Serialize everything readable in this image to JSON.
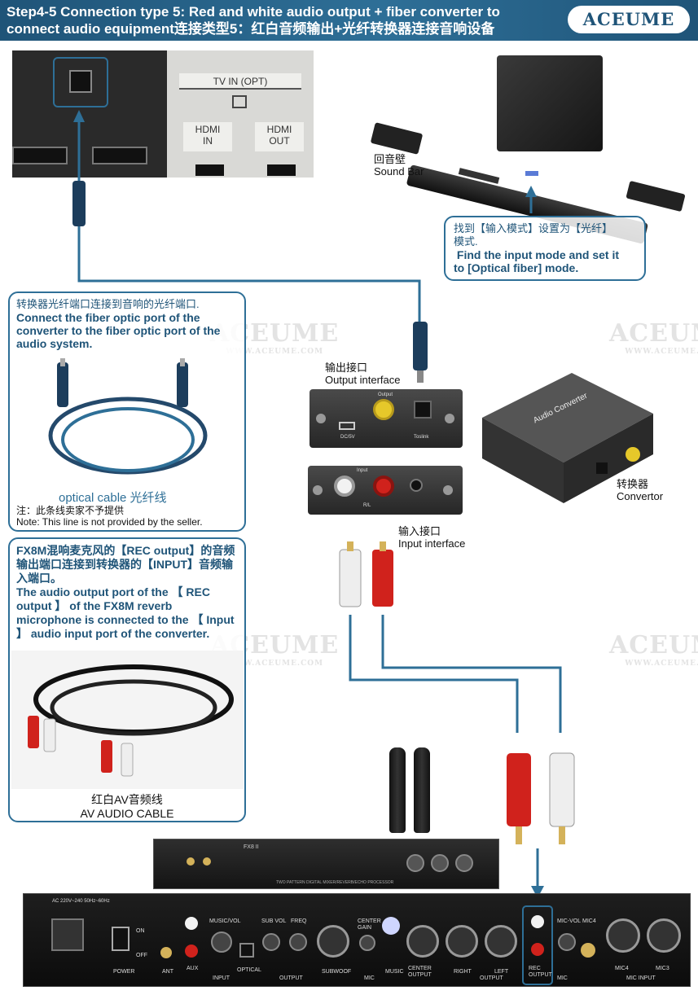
{
  "header": {
    "title_line1": "Step4-5  Connection type 5: Red and white audio output + fiber converter to",
    "title_line2": "connect audio equipment连接类型5：红白音频输出+光纤转换器连接音响设备",
    "logo": "ACEUME"
  },
  "watermark": {
    "brand": "ACEUME",
    "url": "WWW.ACEUME.COM"
  },
  "tv_panel": {
    "tv_in_label": "TV IN (OPT)",
    "hdmi_in": "HDMI\nIN",
    "hdmi_out": "HDMI\nOUT"
  },
  "soundbar": {
    "label_cn": "回音壁",
    "label_en": "Sound Bar"
  },
  "input_mode_note": {
    "cn_line1": "找到【输入模式】设置为【光纤】",
    "cn_line2": "模式.",
    "en_line1": " Find the input mode and set it",
    "en_line2": "to [Optical fiber] mode."
  },
  "fiber_note": {
    "cn": "转换器光纤端口连接到音响的光纤端口.",
    "en": "Connect the fiber optic port of the converter to the fiber optic port of the audio system.",
    "cable_label": "optical cable 光纤线",
    "note_cn": "注：此条线卖家不予提供",
    "note_en": "Note: This line is not provided by the seller."
  },
  "output_interface": {
    "cn": "输出接口",
    "en": "Output interface",
    "port_output": "Output",
    "port_dc": "DC/5V",
    "port_toslink": "Toslink"
  },
  "input_interface": {
    "cn": "输入接口",
    "en": "Input interface",
    "port_input": "Input",
    "port_rl": "R/L"
  },
  "converter": {
    "label_cn": "转换器",
    "label_en": "Convertor",
    "device_text": "Audio Converter"
  },
  "rec_note": {
    "cn": "FX8M混响麦克风的【REC output】的音频输出端口连接到转换器的【INPUT】音频输入端口。",
    "en": "The audio output port of the 【 REC output 】 of the FX8M reverb microphone is connected to the 【 Input 】 audio input port of the converter.",
    "cable_cn": "红白AV音频线",
    "cable_en": "AV AUDIO CABLE"
  },
  "mixer": {
    "front_label": "FX8 II",
    "front_sub": "TWO PATTERN DIGITAL MIXER/REVERB/ECHO PROCESSOR",
    "power_spec": "AC 220V~240 50Hz~60Hz",
    "power": "POWER",
    "on": "ON",
    "off": "OFF",
    "ant": "ANT",
    "aux": "AUX",
    "music_vol": "MUSIC/VOL",
    "input": "INPUT",
    "optical": "OPTICAL",
    "sub_vol": "SUB VOL",
    "freq": "FREQ",
    "output": "OUTPUT",
    "subwoof": "SUBWOOF",
    "center_gain": "CENTER\nGAIN",
    "center_output": "CENTER\nOUTPUT",
    "music": "MUSIC",
    "mic": "MIC",
    "right": "RIGHT",
    "left": "LEFT",
    "rec_output": "REC\nOUTPUT",
    "mic_vol": "MIC-VOL",
    "mic4": "MIC4",
    "mic3": "MIC3",
    "mic_input": "MIC INPUT"
  },
  "colors": {
    "brand_blue": "#1f5478",
    "cable_blue": "#2e6f97",
    "rca_red": "#d0221c",
    "rca_white": "#f2f2f2"
  }
}
